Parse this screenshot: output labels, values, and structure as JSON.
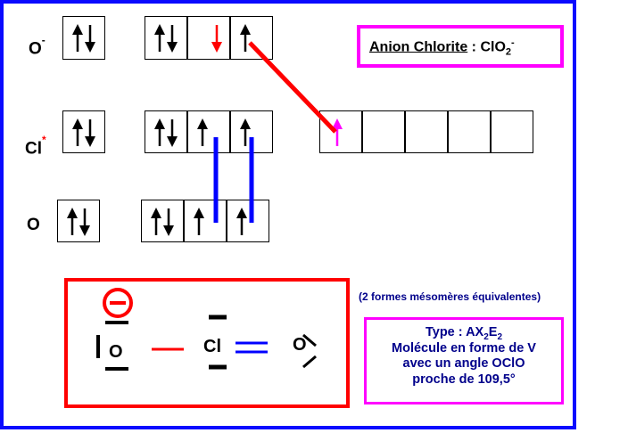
{
  "title": {
    "label": "Anion Chlorite",
    "sep": " : ",
    "formula_main": "ClO",
    "formula_sub": "2",
    "formula_sup": "-"
  },
  "atoms": {
    "o_minus": {
      "symbol": "O",
      "charge": "-"
    },
    "cl_star": {
      "symbol": "Cl",
      "mark": "*"
    },
    "o": {
      "symbol": "O"
    }
  },
  "note": "(2 formes mésomères équivalentes)",
  "type_box": {
    "line1_main": "Type : AX",
    "line1_sub1": "2",
    "line1_mid": "E",
    "line1_sub2": "2",
    "line2": "Molécule en forme de V",
    "line3": "avec un angle OClO",
    "line4": "proche de 109,5°"
  },
  "lewis": {
    "o_left": "O",
    "cl": "Cl",
    "o_right": "O",
    "charge_symbol": "minus-circle"
  },
  "colors": {
    "frame": "#0a0aff",
    "accent": "#ff00ff",
    "red": "#ff0000",
    "blue": "#0000ff",
    "text_blue": "#00008b"
  },
  "electrons": {
    "o_minus": {
      "s": "pair",
      "p": [
        "pair",
        "down-red",
        "up"
      ]
    },
    "cl_star": {
      "s": "pair",
      "p": [
        "pair",
        "up",
        "up"
      ],
      "d": [
        "up-magenta",
        "empty",
        "empty",
        "empty",
        "empty"
      ]
    },
    "o": {
      "s": "pair",
      "p": [
        "pair",
        "up",
        "up"
      ]
    }
  }
}
